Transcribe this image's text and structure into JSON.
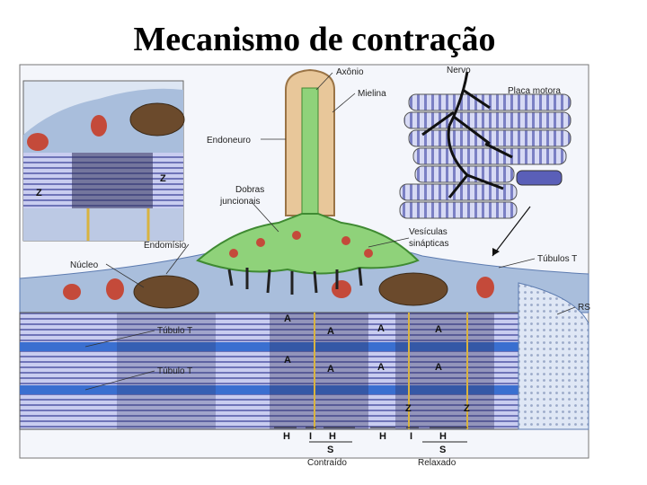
{
  "title": "Mecanismo de contração",
  "labels": {
    "axonio": "Axônio",
    "nervo": "Nervo",
    "mielina": "Mielina",
    "placa_motora": "Placa motora",
    "endoneuro": "Endoneuro",
    "dobras_juncionais_1": "Dobras",
    "dobras_juncionais_2": "juncionais",
    "vesiculas_1": "Vesículas",
    "vesiculas_2": "sinápticas",
    "endomisio": "Endomísio",
    "nucleo": "Núcleo",
    "tubulos_t": "Túbulos T",
    "rs": "RS",
    "tubulo_t_1": "Túbulo T",
    "tubulo_t_2": "Túbulo T",
    "z_inset_1": "Z",
    "z_inset_2": "Z",
    "a1": "A",
    "a2": "A",
    "a3": "A",
    "a4": "A",
    "a5": "A",
    "a6": "A",
    "a7": "A",
    "a8": "A",
    "z1": "Z",
    "z2": "Z",
    "h1": "H",
    "i1": "I",
    "h2": "H",
    "h3": "H",
    "i2": "I",
    "h4": "H",
    "s1": "S",
    "s2": "S",
    "contraido": "Contraído",
    "relaxado": "Relaxado"
  },
  "colors": {
    "membrane_blue": "#9fb6d6",
    "axon_green": "#8fd27a",
    "myelin_tan": "#e8c79a",
    "nucleus": "#6b4a2c",
    "tubule_blue": "#3a6fd0",
    "fiber_purple": "#8a8fd0"
  }
}
